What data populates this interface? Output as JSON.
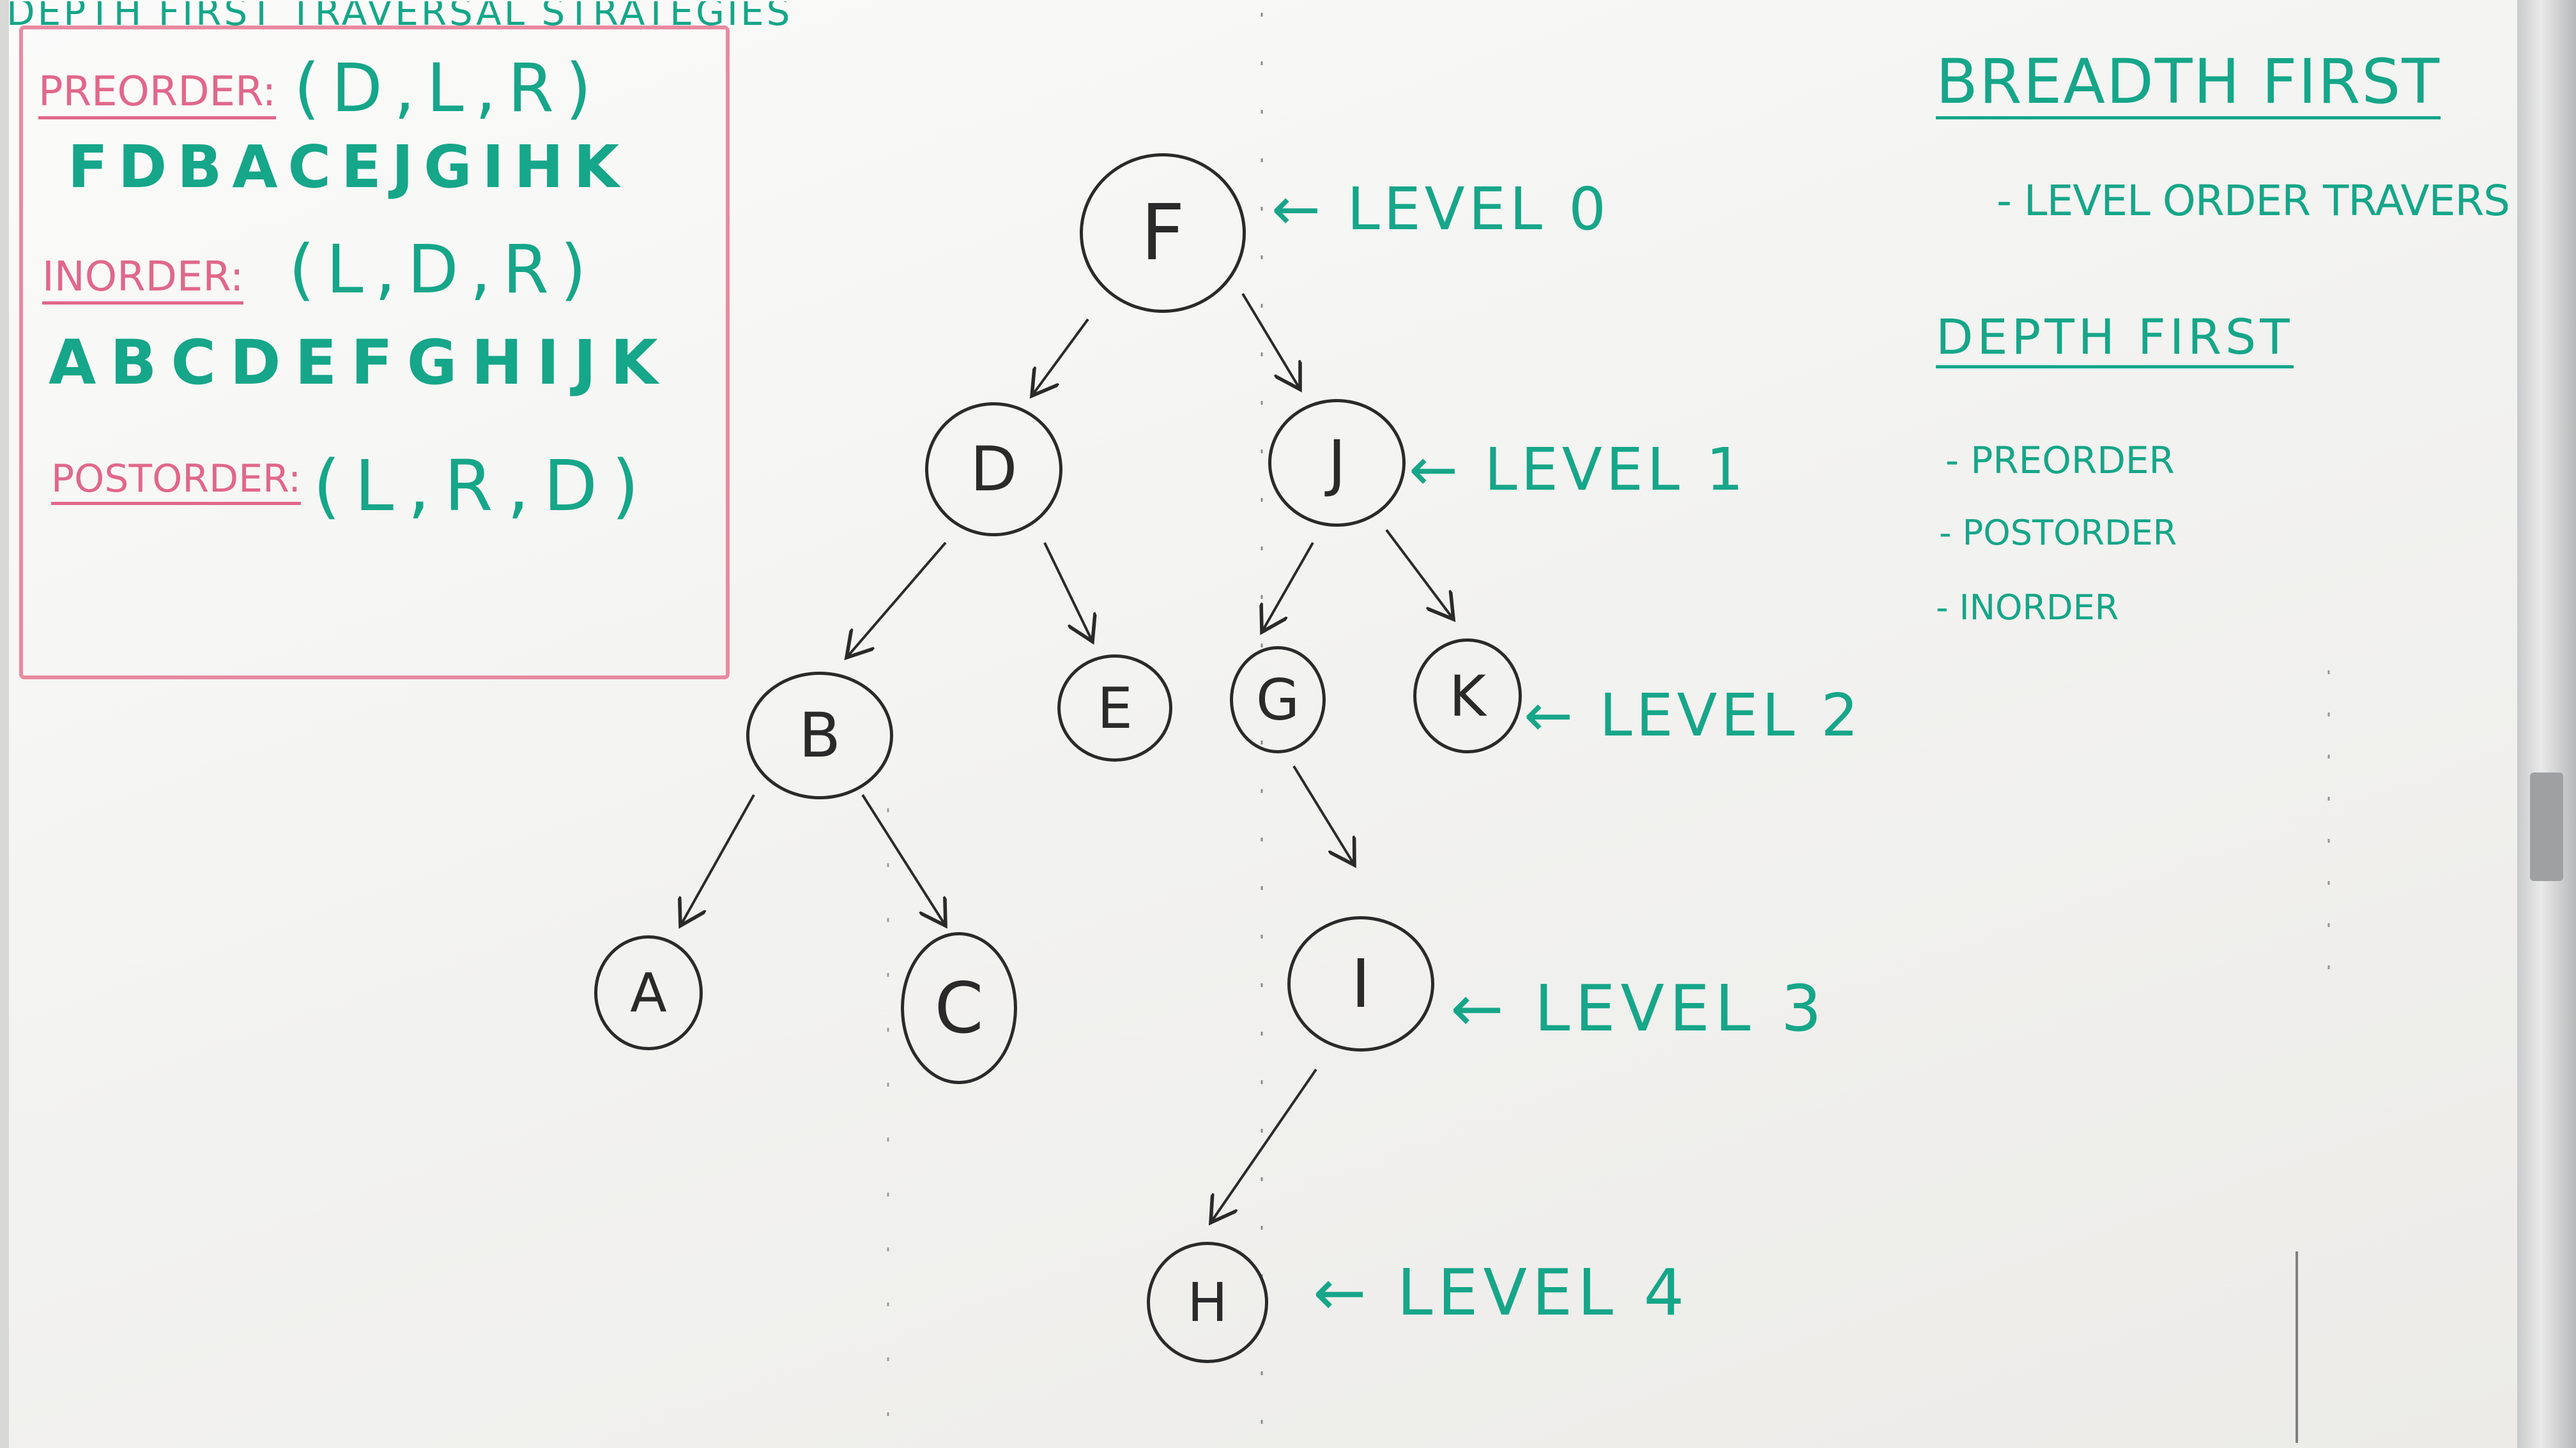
{
  "left_panel": {
    "title": "DEPTH FIRST TRAVERSAL STRATEGIES",
    "preorder_label": "PREORDER:",
    "preorder_rule": "(D,L,R)",
    "preorder_sequence": "FDBACEJGIHK",
    "inorder_label": "INORDER:",
    "inorder_rule": "(L,D,R)",
    "inorder_sequence": "ABCDEFGHIJK",
    "postorder_label": "POSTORDER:",
    "postorder_rule": "(L,R,D)"
  },
  "tree": {
    "nodes": [
      "F",
      "D",
      "J",
      "B",
      "E",
      "G",
      "K",
      "A",
      "C",
      "I",
      "H"
    ],
    "edges": [
      [
        "F",
        "D"
      ],
      [
        "F",
        "J"
      ],
      [
        "D",
        "B"
      ],
      [
        "D",
        "E"
      ],
      [
        "J",
        "G"
      ],
      [
        "J",
        "K"
      ],
      [
        "B",
        "A"
      ],
      [
        "B",
        "C"
      ],
      [
        "G",
        "I"
      ],
      [
        "I",
        "H"
      ]
    ],
    "levels": [
      "← LEVEL 0",
      "← LEVEL 1",
      "← LEVEL 2",
      "← LEVEL 3",
      "← LEVEL 4"
    ]
  },
  "right_panel": {
    "breadth_heading": "BREADTH FIRST",
    "breadth_item": "- LEVEL ORDER TRAVERSAL",
    "depth_heading": "DEPTH FIRST",
    "depth_items": [
      "- PREORDER",
      "- POSTORDER",
      "- INORDER"
    ]
  },
  "colors": {
    "marker_green": "#16a689",
    "marker_pink": "#e0688a",
    "marker_black": "#2a2a2a",
    "board": "#f6f6f4"
  }
}
